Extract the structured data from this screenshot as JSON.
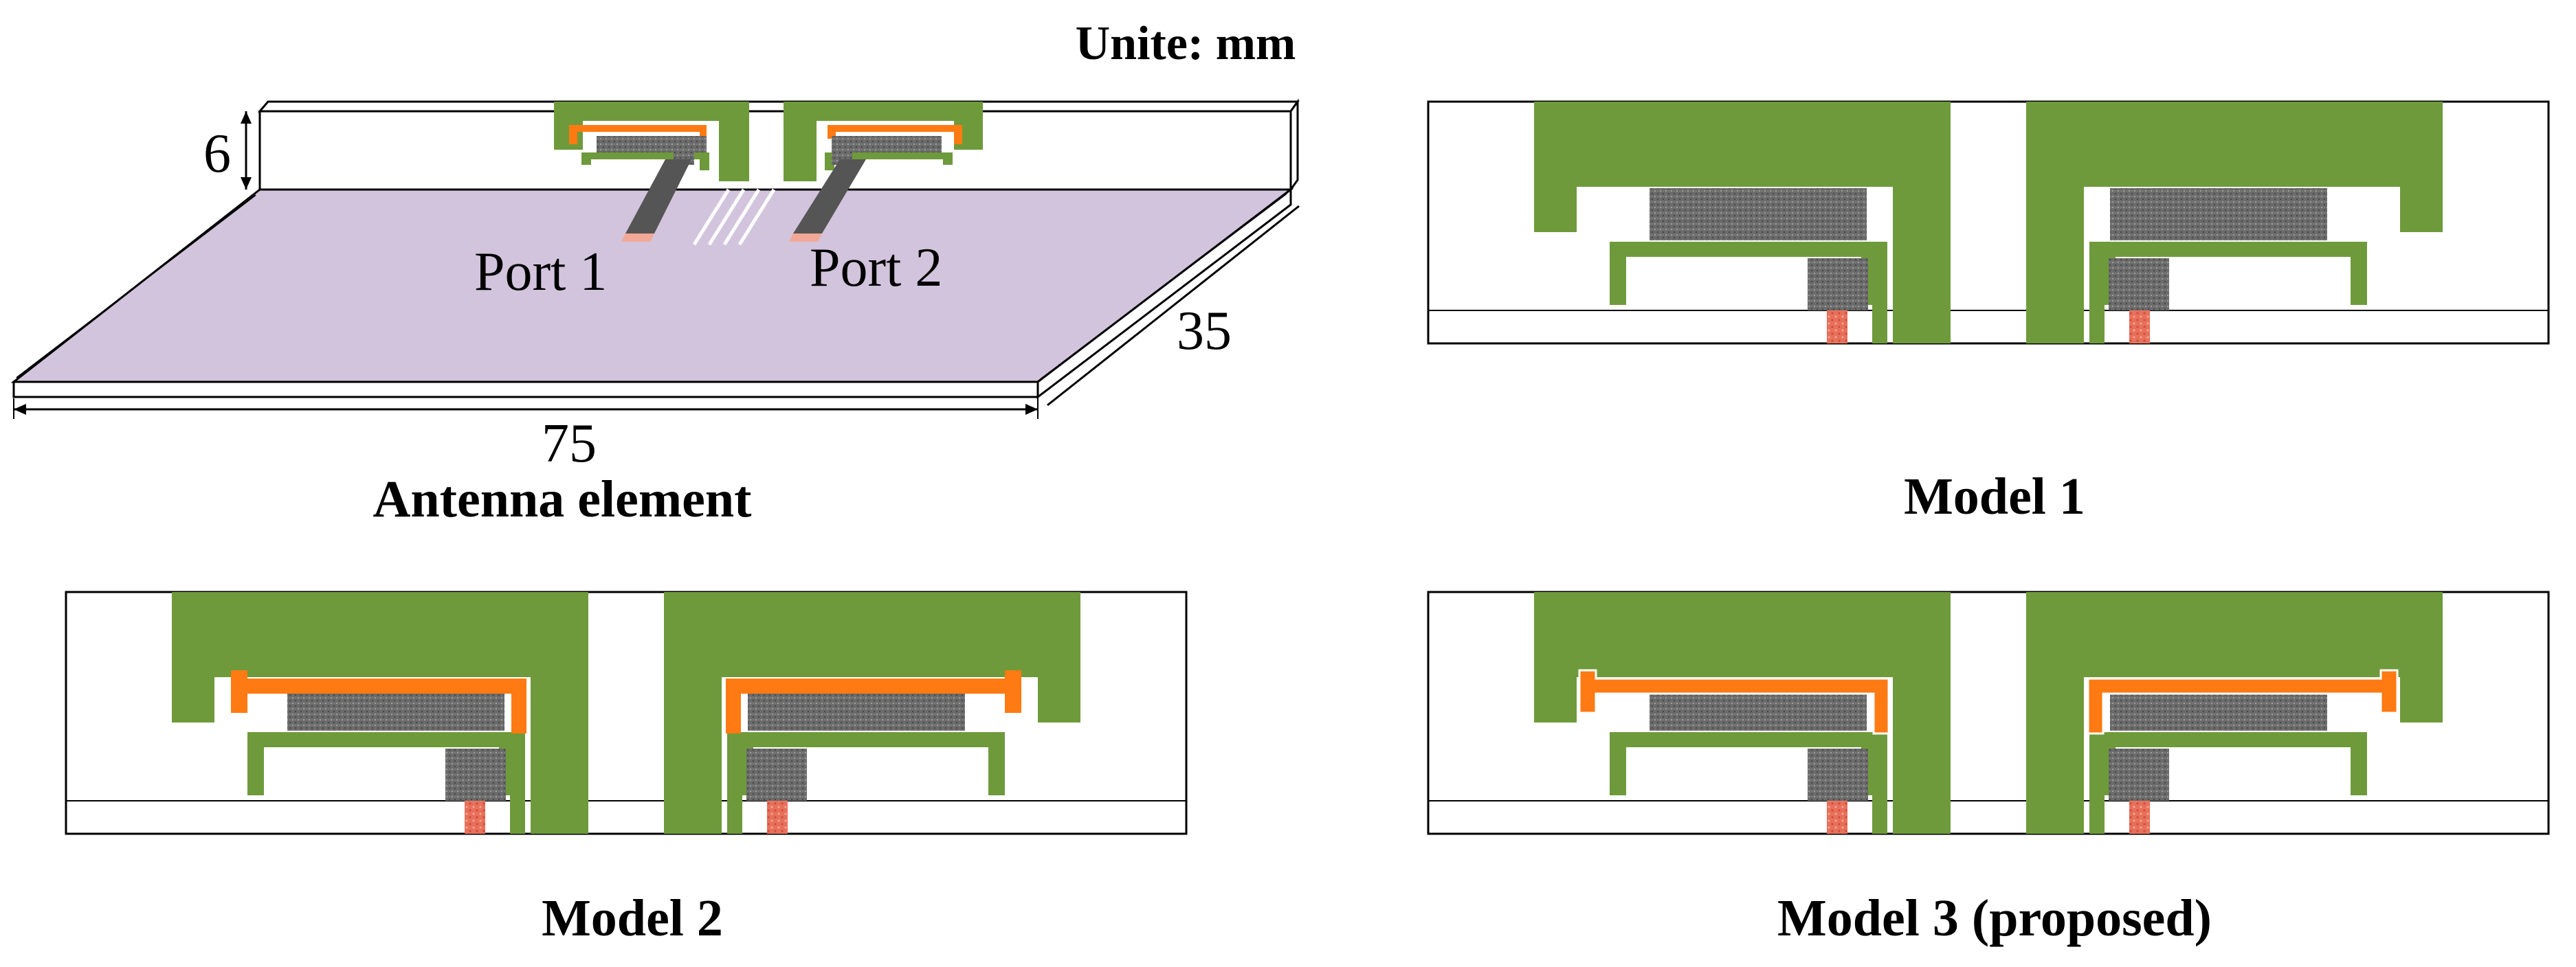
{
  "units_label": "Unite: mm",
  "colors": {
    "green": "#6E9A3C",
    "orange": "#FF7A12",
    "chip_gray": "#6B6B6B",
    "feed_red": "#E8705A",
    "substrate": "#D3C4DD",
    "outline": "#000000",
    "background": "#FFFFFF"
  },
  "antenna_element": {
    "caption": "Antenna element",
    "height_label": "6",
    "width_label": "75",
    "depth_label": "35",
    "port1_label": "Port 1",
    "port2_label": "Port 2"
  },
  "models": [
    {
      "caption": "Model 1",
      "has_orange_strip": false,
      "strip_extends_to_arm": false
    },
    {
      "caption": "Model 2",
      "has_orange_strip": true,
      "strip_extends_to_arm": false
    },
    {
      "caption": "Model 3 (proposed)",
      "has_orange_strip": true,
      "strip_extends_to_arm": true
    }
  ],
  "icons": {
    "chip": "gray-stippled-chip-icon",
    "feed": "red-feed-line-icon"
  }
}
